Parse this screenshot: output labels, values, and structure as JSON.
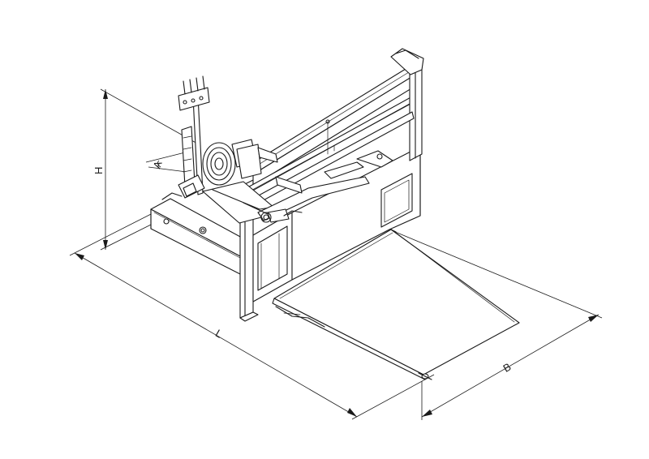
{
  "dimensions": {
    "height_label": "H",
    "length_label": "L",
    "width_label": "B",
    "angle_label": "A"
  },
  "colors": {
    "line": "#1a1a1a",
    "background": "#ffffff",
    "shade": "#d9d9d9"
  }
}
